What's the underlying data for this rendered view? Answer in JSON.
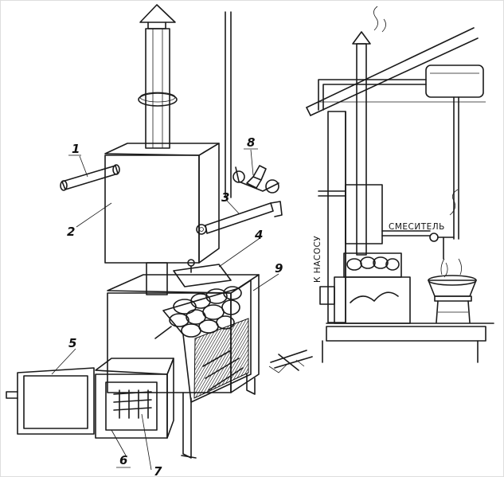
{
  "labels": {
    "l1": "1",
    "l2": "2",
    "l3": "3",
    "l4": "4",
    "l5": "5",
    "l6": "6",
    "l7": "7",
    "l8": "8",
    "l9": "9"
  },
  "captions": {
    "to_pump": "К НАСОСУ",
    "mixer": "СМЕСИТЕЛЬ"
  }
}
